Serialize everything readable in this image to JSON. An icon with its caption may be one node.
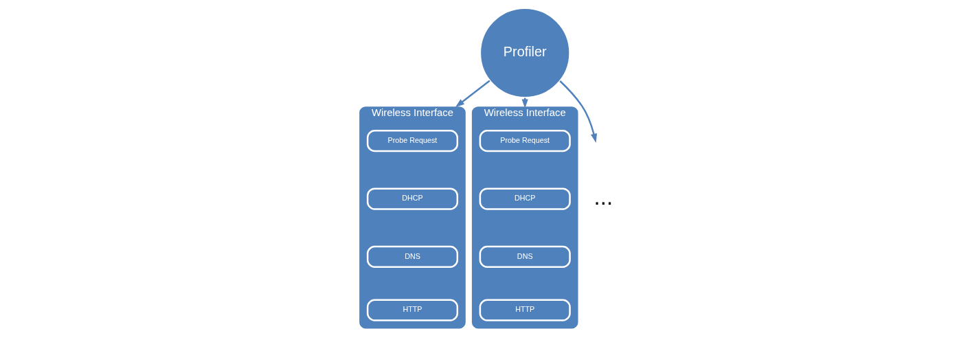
{
  "diagram": {
    "nodes": [
      {
        "text": [
          "Profiler"
        ]
      },
      {
        "text": [
          "Wireless Interface"
        ]
      },
      {
        "text": [
          "Probe Request"
        ],
        "in": 1
      },
      {
        "text": [
          "DHCP"
        ],
        "in": 1
      },
      {
        "text": [
          "DNS"
        ],
        "in": 1
      },
      {
        "text": [
          "HTTP"
        ],
        "in": 1
      },
      {
        "text": [
          "Wireless Interface"
        ]
      },
      {
        "text": [
          "Probe Request"
        ],
        "in": 6
      },
      {
        "text": [
          "DHCP"
        ],
        "in": 6
      },
      {
        "text": [
          "DNS"
        ],
        "in": 6
      },
      {
        "text": [
          "HTTP"
        ],
        "in": 6
      }
    ],
    "edges": [
      {
        "from": 0,
        "to": 1,
        "arrow": "to"
      },
      {
        "from": 0,
        "to": 6,
        "arrow": "to"
      },
      {
        "from": 0,
        "to": null,
        "arrow": "to"
      }
    ],
    "labels": [
      "..."
    ]
  }
}
